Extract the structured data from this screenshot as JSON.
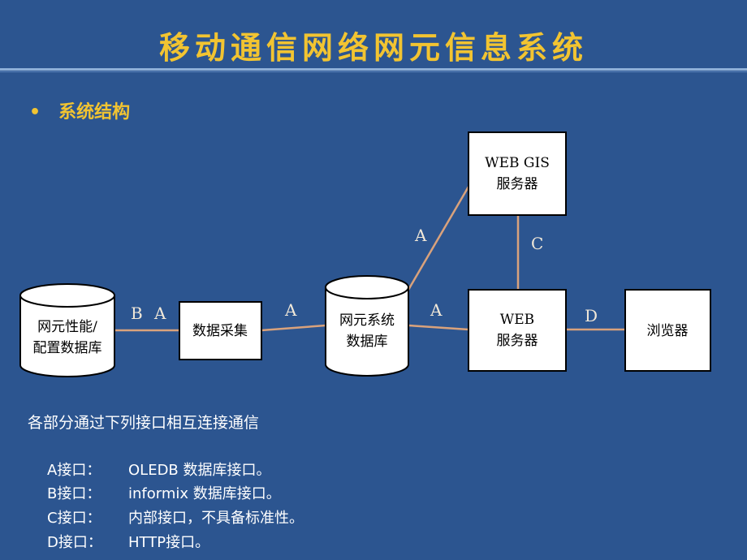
{
  "title": "移动通信网络网元信息系统",
  "bullet": {
    "symbol": "•",
    "text": "系统结构"
  },
  "diagram": {
    "nodes": {
      "netdb": {
        "line1": "网元性能/",
        "line2": "配置数据库"
      },
      "collect": {
        "label": "数据采集"
      },
      "sysdb": {
        "line1": "网元系统",
        "line2": "数据库"
      },
      "webgis": {
        "line1": "WEB GIS",
        "line2": "服务器"
      },
      "web": {
        "line1": "WEB",
        "line2": "服务器"
      },
      "browser": {
        "label": "浏览器"
      }
    },
    "connections": {
      "b": "B",
      "a1": "A",
      "a2": "A",
      "a3": "A",
      "a4": "A",
      "c": "C",
      "d": "D"
    },
    "colors": {
      "line": "#d9a27c",
      "box_fill": "#ffffff",
      "box_stroke": "#000000"
    }
  },
  "intro": "各部分通过下列接口相互连接通信",
  "interfaces": [
    {
      "key": "A接口：",
      "desc": "OLEDB 数据库接口。"
    },
    {
      "key": "B接口：",
      "desc": "informix 数据库接口。"
    },
    {
      "key": "C接口：",
      "desc": "内部接口，不具备标准性。"
    },
    {
      "key": "D接口：",
      "desc": "HTTP接口。"
    }
  ]
}
